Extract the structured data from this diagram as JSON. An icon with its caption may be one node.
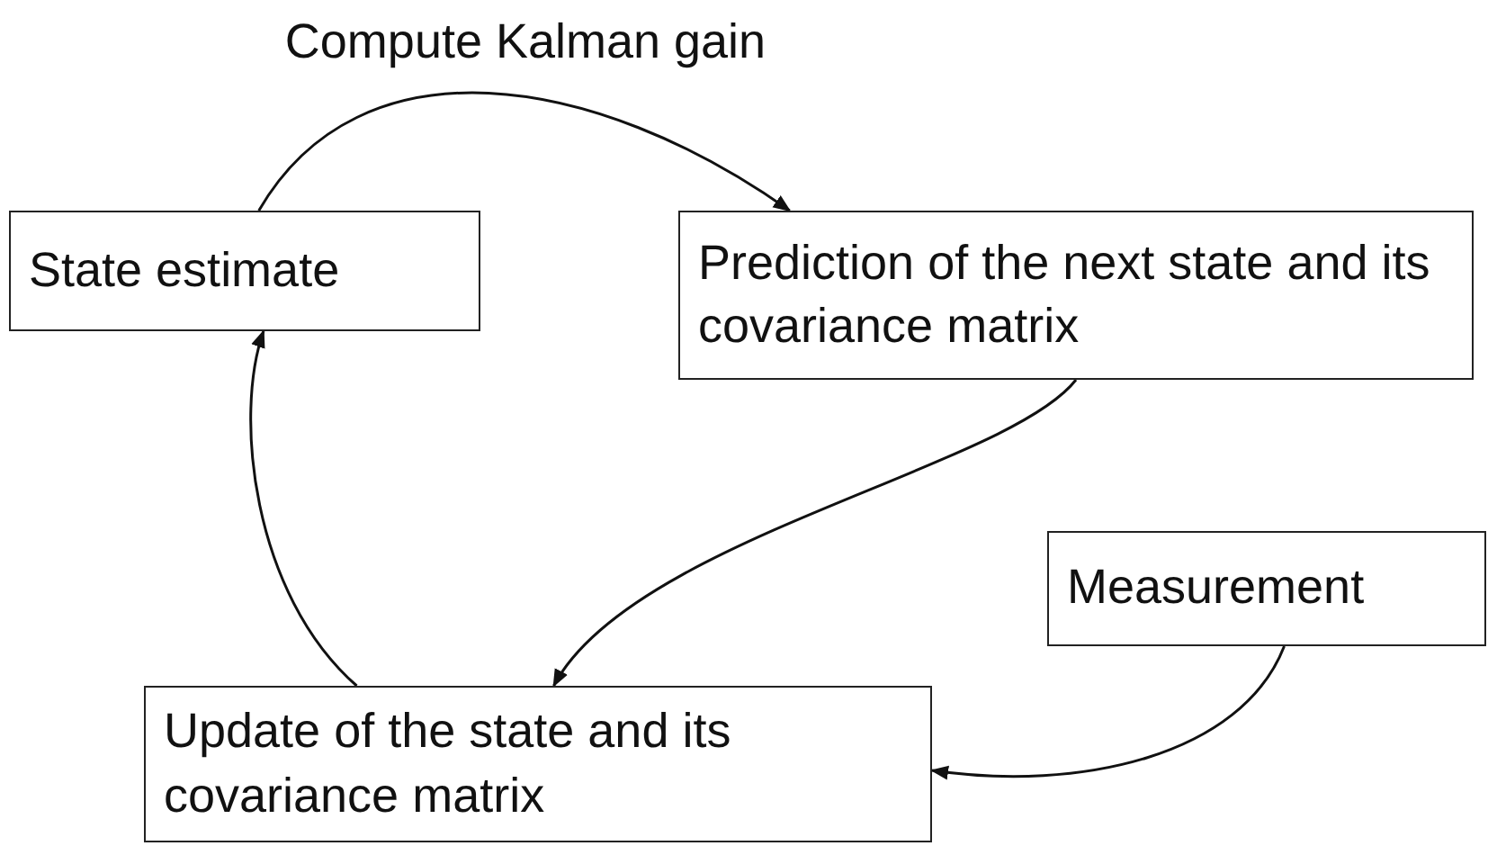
{
  "diagram": {
    "nodes": [
      {
        "text": [
          "State estimate"
        ]
      },
      {
        "text": [
          "Prediction of the next state and its covariance matrix"
        ]
      },
      {
        "text": [
          "Measurement"
        ]
      },
      {
        "text": [
          "Update of the state and its covariance matrix"
        ]
      }
    ],
    "edges": [
      {
        "from": 0,
        "to": 1,
        "arrow": "to",
        "label": "Compute Kalman gain"
      },
      {
        "from": 1,
        "to": 3,
        "arrow": "to"
      },
      {
        "from": 3,
        "to": 0,
        "arrow": "to"
      },
      {
        "from": 2,
        "to": 3,
        "arrow": "to"
      }
    ]
  }
}
